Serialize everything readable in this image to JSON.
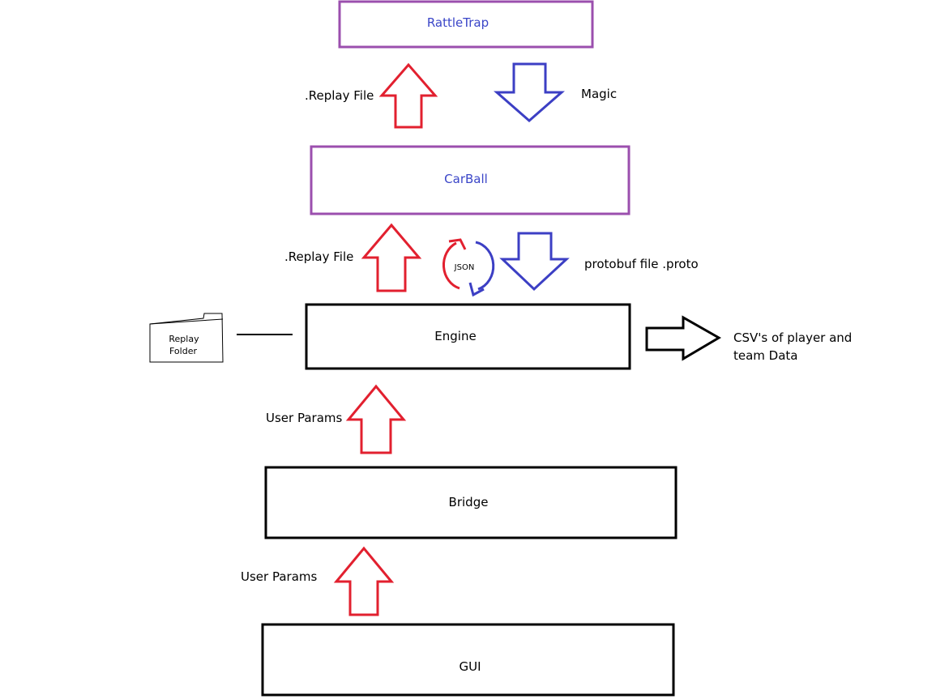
{
  "colors": {
    "purple": "#9b4fae",
    "blue": "#3c3fc4",
    "red": "#e2202f",
    "black": "#000000",
    "label_blue": "#3b46c8"
  },
  "boxes": {
    "rattletrap": "RattleTrap",
    "carball": "CarBall",
    "engine": "Engine",
    "bridge": "Bridge",
    "gui": "GUI"
  },
  "labels": {
    "replay_file_top": ".Replay File",
    "magic": "Magic",
    "replay_file_mid": ".Replay File",
    "json": "JSON",
    "protobuf": "protobuf file .proto",
    "replay_folder_line1": "Replay",
    "replay_folder_line2": "Folder",
    "csv_line1": "CSV's of player and",
    "csv_line2": "team Data",
    "user_params_top": "User Params",
    "user_params_bottom": "User Params"
  }
}
